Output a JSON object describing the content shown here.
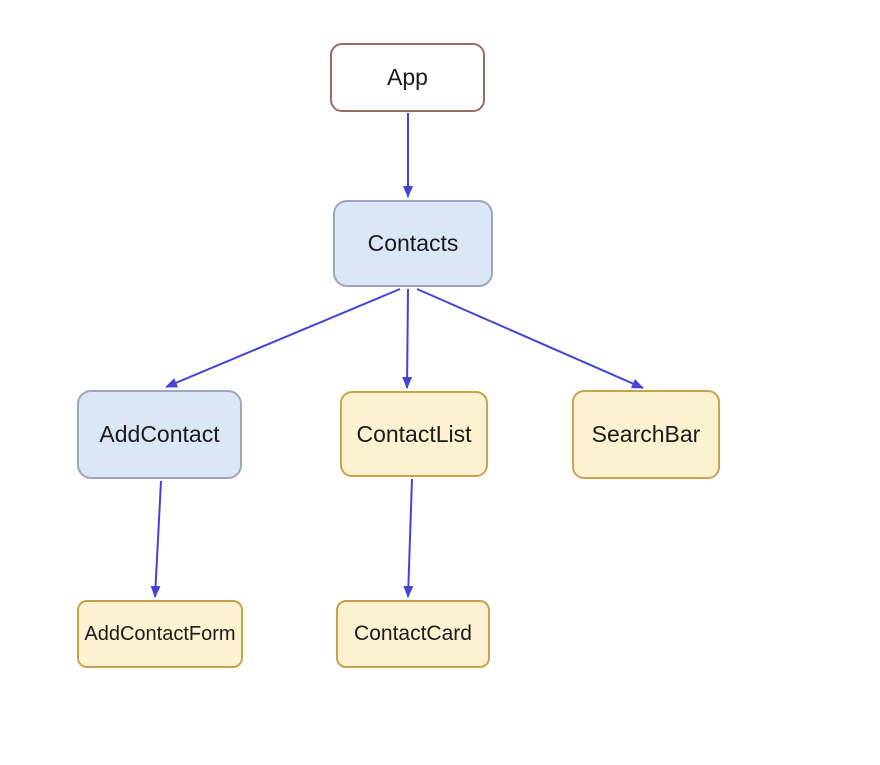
{
  "diagram": {
    "type": "component-tree",
    "background_color": "#ffffff",
    "edge_color": "#4444d4",
    "text_color": "#1b1b1b",
    "nodes": [
      {
        "id": "app",
        "label": "App",
        "fill": "#ffffff",
        "border": "#9a6b5e"
      },
      {
        "id": "contacts",
        "label": "Contacts",
        "fill": "#dbe7f7",
        "border": "#9aa7be"
      },
      {
        "id": "addcontact",
        "label": "AddContact",
        "fill": "#dbe7f7",
        "border": "#9aa7be"
      },
      {
        "id": "contactlist",
        "label": "ContactList",
        "fill": "#fcf2d1",
        "border": "#c7a44c"
      },
      {
        "id": "searchbar",
        "label": "SearchBar",
        "fill": "#fcf2d1",
        "border": "#c7a44c"
      },
      {
        "id": "addcontactform",
        "label": "AddContactForm",
        "fill": "#fcf2d1",
        "border": "#c7a44c"
      },
      {
        "id": "contactcard",
        "label": "ContactCard",
        "fill": "#fcf2d1",
        "border": "#c7a44c"
      }
    ],
    "edges": [
      {
        "from": "App",
        "to": "Contacts"
      },
      {
        "from": "Contacts",
        "to": "AddContact"
      },
      {
        "from": "Contacts",
        "to": "ContactList"
      },
      {
        "from": "Contacts",
        "to": "SearchBar"
      },
      {
        "from": "AddContact",
        "to": "AddContactForm"
      },
      {
        "from": "ContactList",
        "to": "ContactCard"
      }
    ]
  }
}
